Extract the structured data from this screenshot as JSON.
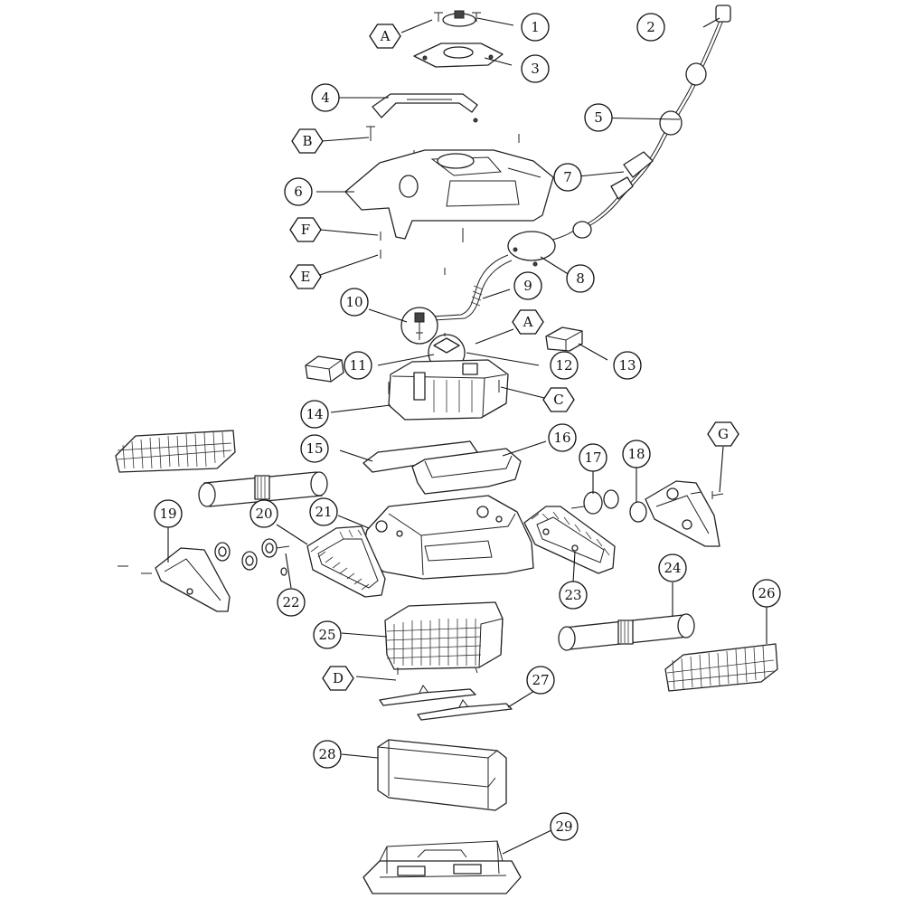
{
  "callouts": [
    {
      "id": "c1",
      "label": "1",
      "shape": "circle"
    },
    {
      "id": "c2",
      "label": "2",
      "shape": "circle"
    },
    {
      "id": "c3",
      "label": "3",
      "shape": "circle"
    },
    {
      "id": "c4",
      "label": "4",
      "shape": "circle"
    },
    {
      "id": "c5",
      "label": "5",
      "shape": "circle"
    },
    {
      "id": "c6",
      "label": "6",
      "shape": "circle"
    },
    {
      "id": "c7",
      "label": "7",
      "shape": "circle"
    },
    {
      "id": "c8",
      "label": "8",
      "shape": "circle"
    },
    {
      "id": "c9",
      "label": "9",
      "shape": "circle"
    },
    {
      "id": "c10",
      "label": "10",
      "shape": "circle"
    },
    {
      "id": "c11",
      "label": "11",
      "shape": "circle"
    },
    {
      "id": "c12",
      "label": "12",
      "shape": "circle"
    },
    {
      "id": "c13",
      "label": "13",
      "shape": "circle"
    },
    {
      "id": "c14",
      "label": "14",
      "shape": "circle"
    },
    {
      "id": "c15",
      "label": "15",
      "shape": "circle"
    },
    {
      "id": "c16",
      "label": "16",
      "shape": "circle"
    },
    {
      "id": "c17",
      "label": "17",
      "shape": "circle"
    },
    {
      "id": "c18",
      "label": "18",
      "shape": "circle"
    },
    {
      "id": "c19",
      "label": "19",
      "shape": "circle"
    },
    {
      "id": "c20",
      "label": "20",
      "shape": "circle"
    },
    {
      "id": "c21",
      "label": "21",
      "shape": "circle"
    },
    {
      "id": "c22",
      "label": "22",
      "shape": "circle"
    },
    {
      "id": "c23",
      "label": "23",
      "shape": "circle"
    },
    {
      "id": "c24",
      "label": "24",
      "shape": "circle"
    },
    {
      "id": "c25",
      "label": "25",
      "shape": "circle"
    },
    {
      "id": "c26",
      "label": "26",
      "shape": "circle"
    },
    {
      "id": "c27",
      "label": "27",
      "shape": "circle"
    },
    {
      "id": "c28",
      "label": "28",
      "shape": "circle"
    },
    {
      "id": "c29",
      "label": "29",
      "shape": "circle"
    },
    {
      "id": "lA1",
      "label": "A",
      "shape": "hexagon"
    },
    {
      "id": "lA2",
      "label": "A",
      "shape": "hexagon"
    },
    {
      "id": "lB",
      "label": "B",
      "shape": "hexagon"
    },
    {
      "id": "lC",
      "label": "C",
      "shape": "hexagon"
    },
    {
      "id": "lD",
      "label": "D",
      "shape": "hexagon"
    },
    {
      "id": "lE",
      "label": "E",
      "shape": "hexagon"
    },
    {
      "id": "lF",
      "label": "F",
      "shape": "hexagon"
    },
    {
      "id": "lG",
      "label": "G",
      "shape": "hexagon"
    }
  ]
}
